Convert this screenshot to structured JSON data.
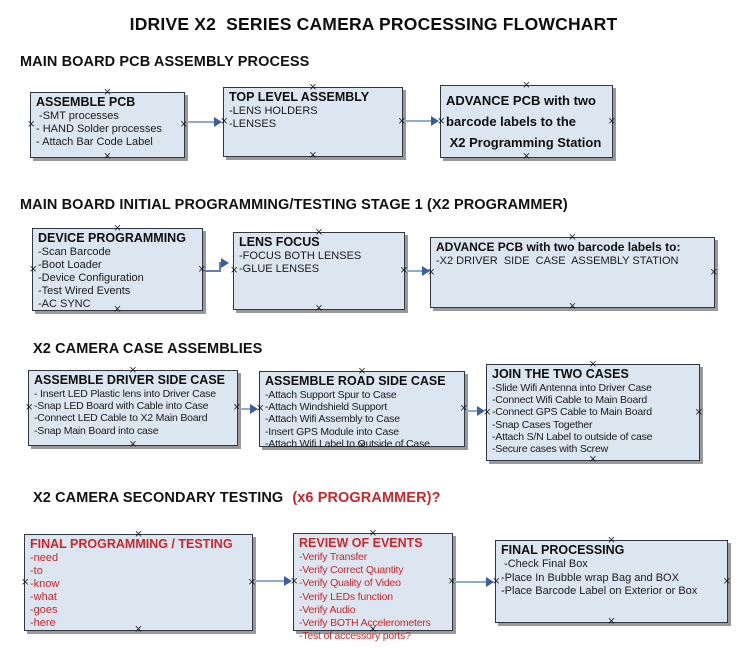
{
  "title": "IDRIVE X2  SERIES CAMERA PROCESSING FLOWCHART",
  "headings": {
    "s1": "MAIN BOARD PCB ASSEMBLY PROCESS",
    "s2": "MAIN BOARD INITIAL PROGRAMMING/TESTING STAGE 1 (X2 PROGRAMMER)",
    "s3": "X2 CAMERA CASE ASSEMBLIES",
    "s4_black": "X2 CAMERA SECONDARY TESTING",
    "s4_red": "(x6 PROGRAMMER)?"
  },
  "boxes": {
    "assemble_pcb": {
      "title": "ASSEMBLE PCB",
      "items": [
        " -SMT processes",
        "- HAND Solder processes",
        "- Attach Bar Code Label"
      ]
    },
    "top_level_assembly": {
      "title": "TOP LEVEL ASSEMBLY",
      "items": [
        "-LENS HOLDERS",
        "-LENSES"
      ]
    },
    "advance_pcb_station": {
      "lines": [
        "ADVANCE PCB with two",
        "barcode labels to the",
        " X2 Programming Station"
      ]
    },
    "device_programming": {
      "title": "DEVICE PROGRAMMING",
      "items": [
        "-Scan Barcode",
        "-Boot Loader",
        "-Device Configuration",
        "-Test Wired Events",
        "-AC SYNC"
      ]
    },
    "lens_focus": {
      "title": "LENS FOCUS",
      "items": [
        "-FOCUS BOTH LENSES",
        "-GLUE LENSES"
      ]
    },
    "advance_pcb_driver": {
      "title": "ADVANCE PCB with two barcode labels to:",
      "items": [
        "-X2 DRIVER  SIDE  CASE  ASSEMBLY STATION"
      ]
    },
    "assemble_driver_side": {
      "title": "ASSEMBLE DRIVER SIDE CASE",
      "items": [
        "- Insert LED Plastic lens into Driver Case",
        "-Snap LED Board with Cable into Case",
        "-Connect LED Cable to X2 Main Board",
        "-Snap Main Board into case"
      ]
    },
    "assemble_road_side": {
      "title": "ASSEMBLE ROAD SIDE CASE",
      "items": [
        "-Attach Support Spur to Case",
        "-Attach Windshield Support",
        "-Attach Wifi Assembly to Case",
        "-Insert GPS Module into Case",
        "-Attach Wifi Label to Outside of Case"
      ]
    },
    "join_two_cases": {
      "title": "JOIN THE TWO CASES",
      "items": [
        "-Slide Wifi Antenna into Driver Case",
        "-Connect Wifi Cable to Main Board",
        "-Connect GPS Cable to Main Board",
        "-Snap Cases Together",
        "-Attach S/N Label to outside of case",
        "-Secure cases with Screw"
      ]
    },
    "final_programming": {
      "title": "FINAL PROGRAMMING / TESTING",
      "items": [
        "-need",
        "-to",
        "-know",
        "-what",
        "-goes",
        "-here"
      ]
    },
    "review_of_events": {
      "title": "REVIEW OF EVENTS",
      "items": [
        "-Verify Transfer",
        "-Verify Correct Quantity",
        "-Verify Quality of Video",
        "-Verify LEDs function",
        "-Verify Audio",
        "-Verify BOTH Accelerometers",
        "-Test of accessory ports?"
      ]
    },
    "final_processing": {
      "title": "FINAL PROCESSING",
      "items": [
        " -Check Final Box",
        "-Place In Bubble wrap Bag and BOX",
        "-Place Barcode Label on Exterior or Box"
      ]
    }
  },
  "colors": {
    "box_fill": "#dce6f1",
    "box_border": "#2e3742",
    "box_shadow": "#999999",
    "red_text": "#c9262c",
    "arrow_line": "#92aacb",
    "arrow_head": "#3a5f9e",
    "heading_text": "#111111"
  }
}
